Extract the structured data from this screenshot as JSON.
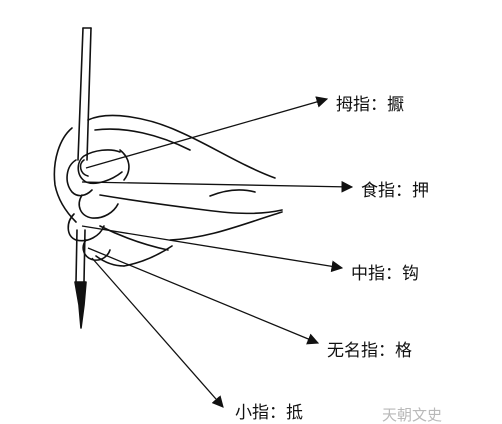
{
  "labels": {
    "thumb": "拇指：擫",
    "index": "食指：押",
    "middle": "中指：钩",
    "ring": "无名指：格",
    "little": "小指：抵"
  },
  "watermark": "天朝文史",
  "colors": {
    "line": "#111111",
    "watermark": "#b9b9b9"
  }
}
